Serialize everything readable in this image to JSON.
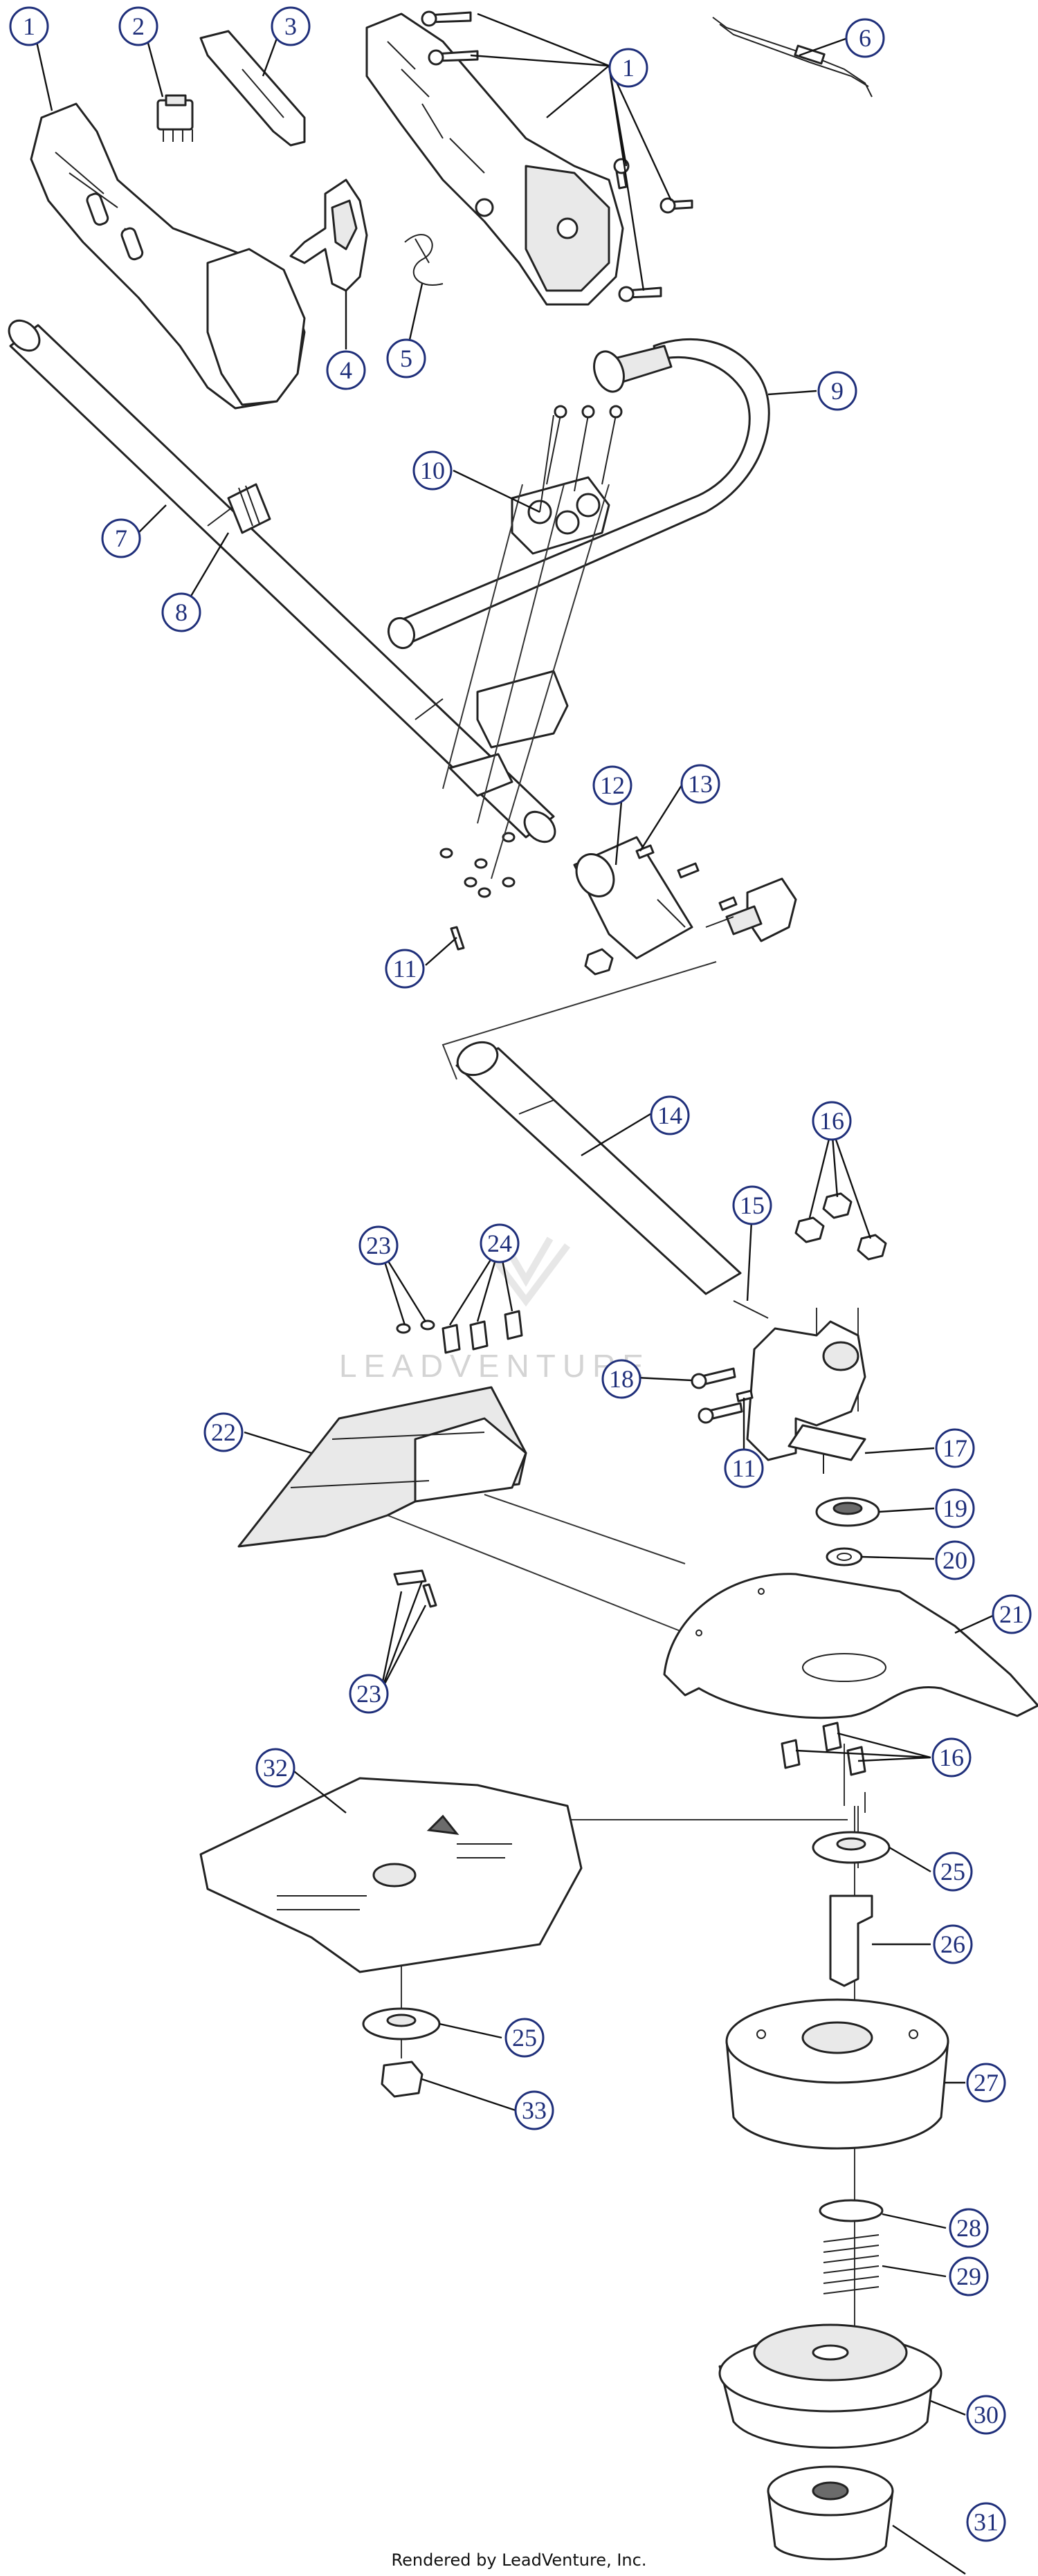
{
  "callout_labels": {
    "p1": "1",
    "p2": "2",
    "p3": "3",
    "p4": "4",
    "p5": "5",
    "p6": "6",
    "p7": "7",
    "p8": "8",
    "p9": "9",
    "p10": "10",
    "p11": "11",
    "p12": "12",
    "p13": "13",
    "p14": "14",
    "p15": "15",
    "p16": "16",
    "p17": "17",
    "p18": "18",
    "p19": "19",
    "p20": "20",
    "p21": "21",
    "p22": "22",
    "p23": "23",
    "p24": "24",
    "p25": "25",
    "p26": "26",
    "p27": "27",
    "p28": "28",
    "p29": "29",
    "p30": "30",
    "p31": "31",
    "p32": "32",
    "p33": "33"
  },
  "watermark": "LEADVENTURE",
  "footer": "Rendered by LeadVenture, Inc.",
  "colors": {
    "callout": "#1f2f7a",
    "line": "#222222",
    "watermark": "#d4d4d4"
  }
}
